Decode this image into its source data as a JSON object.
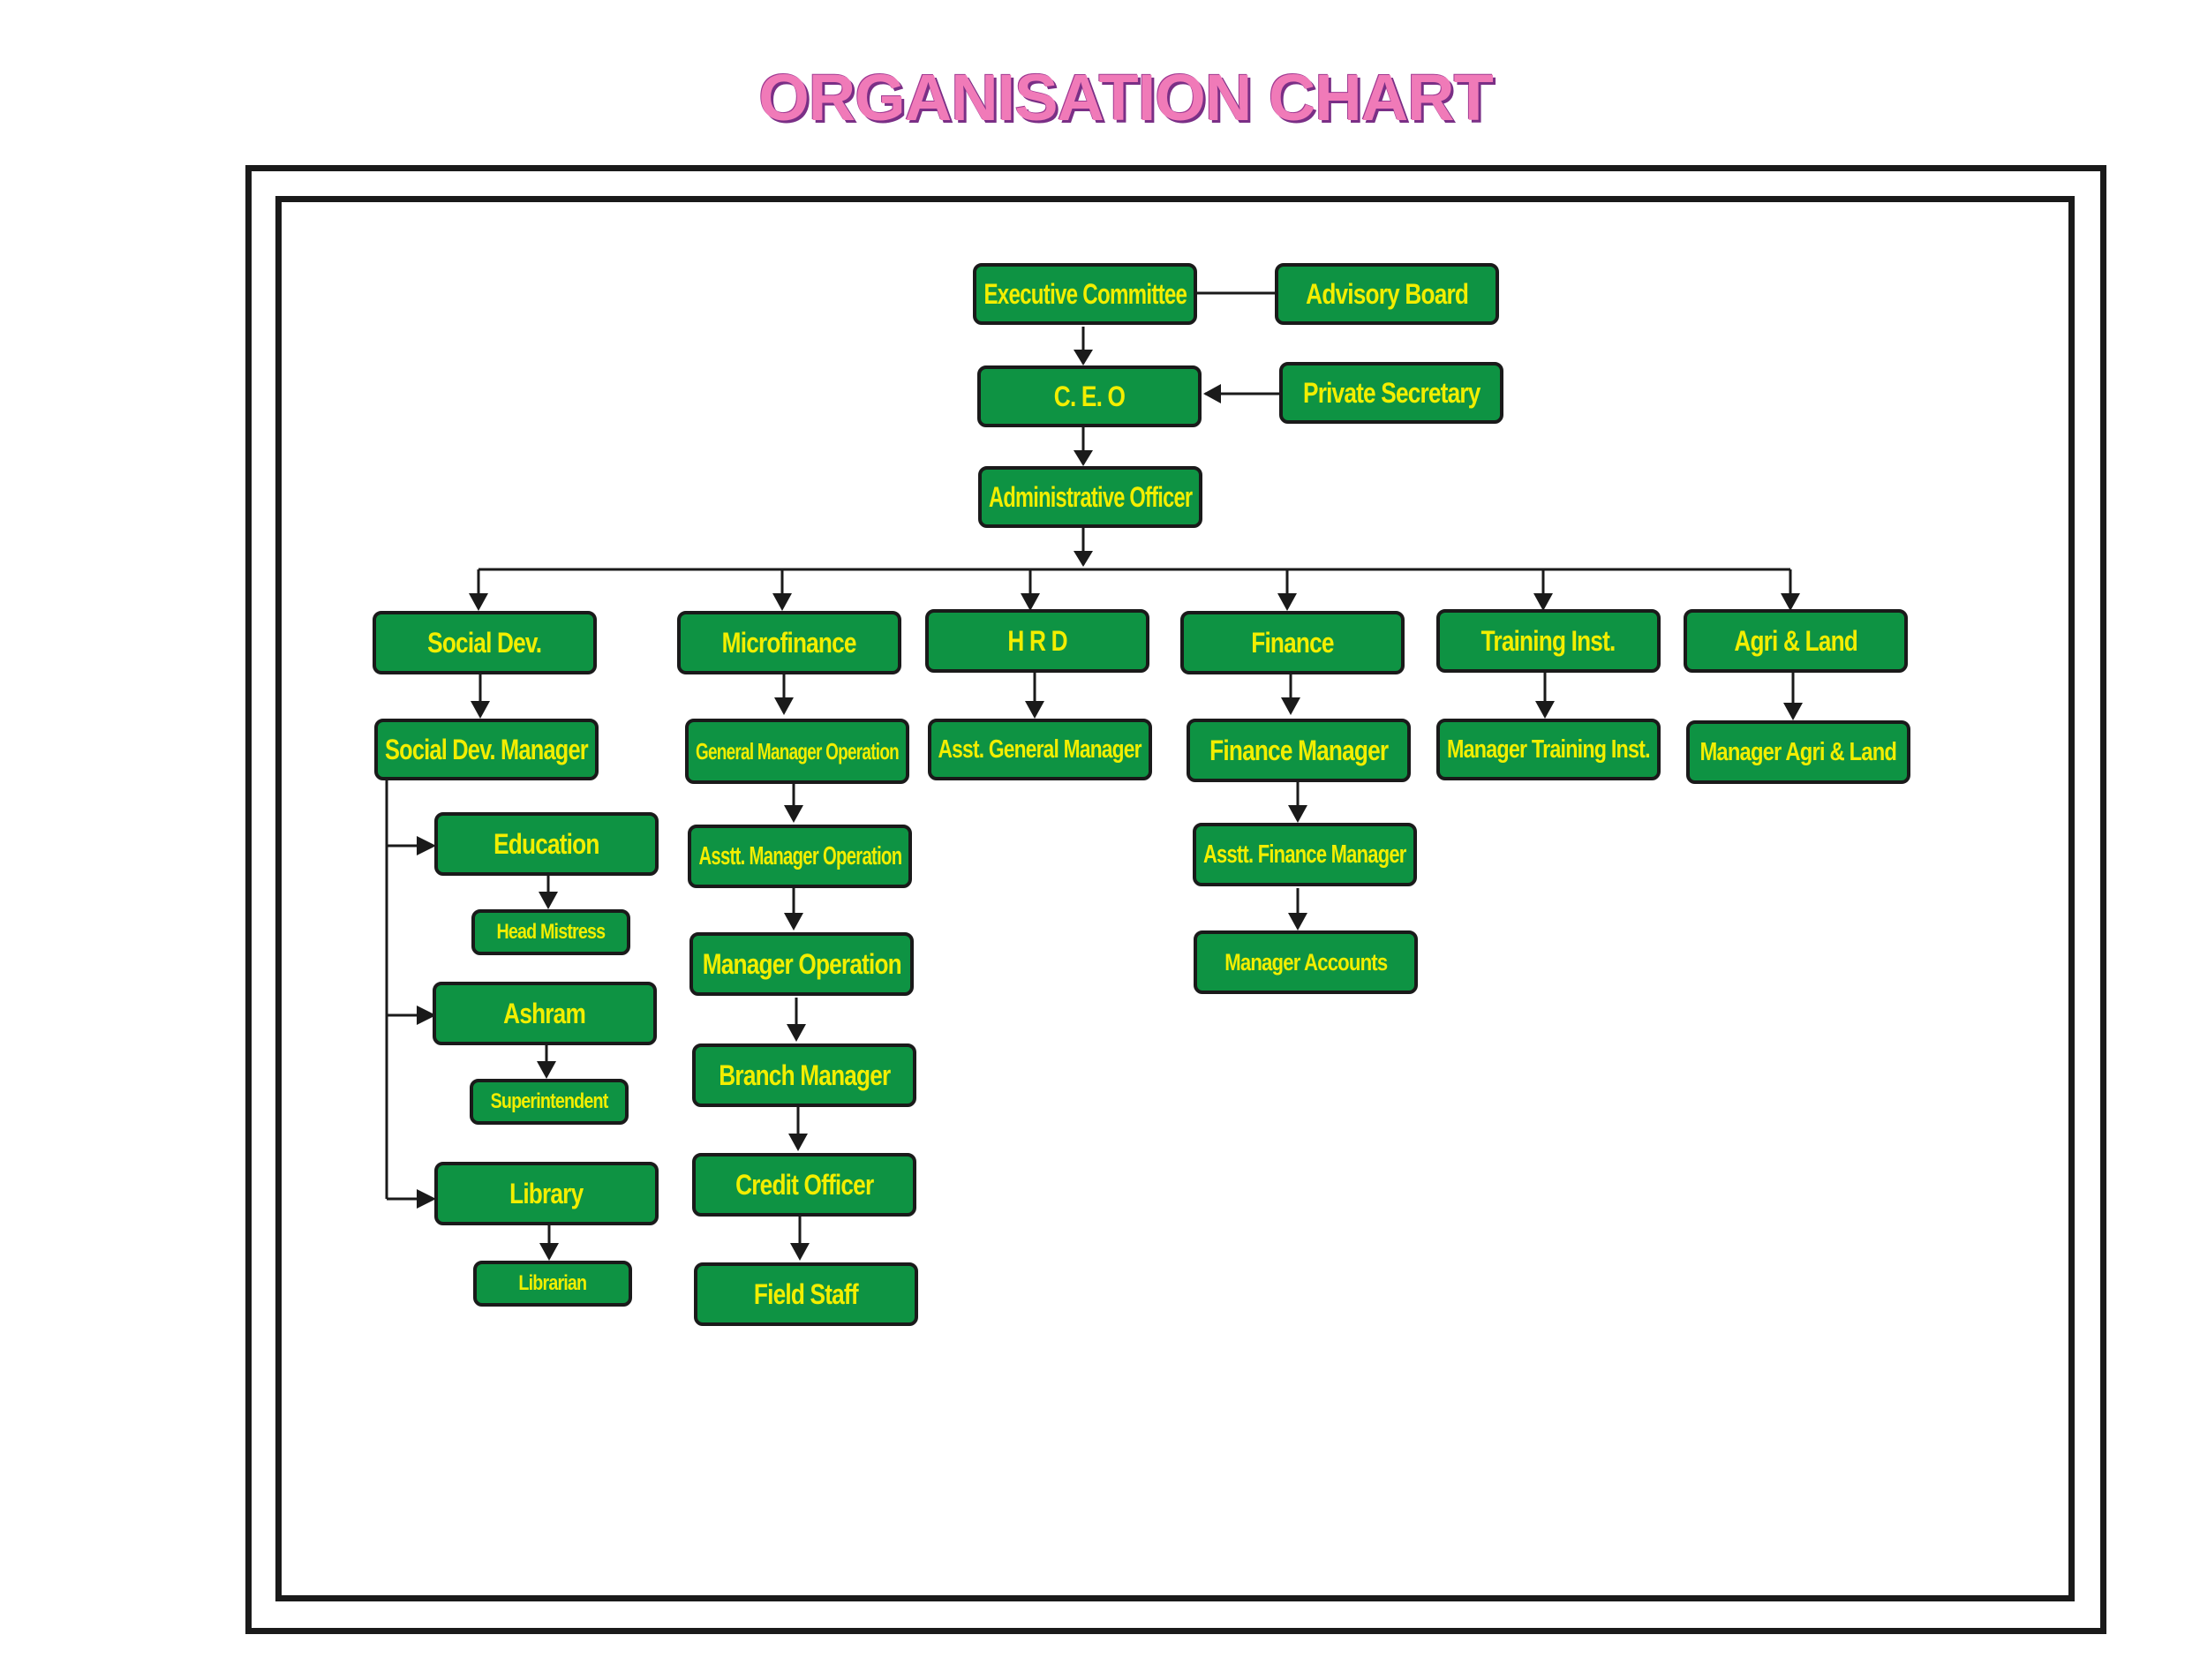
{
  "title": "ORGANISATION CHART",
  "nodes": {
    "executive_committee": "Executive Committee",
    "advisory_board": "Advisory Board",
    "ceo": "C. E. O",
    "private_secretary": "Private Secretary",
    "administrative_officer": "Administrative Officer",
    "social_dev": "Social Dev.",
    "social_dev_manager": "Social Dev. Manager",
    "education": "Education",
    "head_mistress": "Head Mistress",
    "ashram": "Ashram",
    "superintendent": "Superintendent",
    "library": "Library",
    "librarian": "Librarian",
    "microfinance": "Microfinance",
    "general_manager_operation": "General Manager Operation",
    "asstt_manager_operation": "Asstt. Manager Operation",
    "manager_operation": "Manager Operation",
    "branch_manager": "Branch Manager",
    "credit_officer": "Credit Officer",
    "field_staff": "Field Staff",
    "hrd": "H R D",
    "asst_general_manager": "Asst. General Manager",
    "finance": "Finance",
    "finance_manager": "Finance Manager",
    "asstt_finance_manager": "Asstt. Finance Manager",
    "manager_accounts": "Manager Accounts",
    "training_inst": "Training Inst.",
    "manager_training_inst": "Manager Training Inst.",
    "agri_land": "Agri & Land",
    "manager_agri_land": "Manager Agri & Land"
  },
  "colors": {
    "node_fill": "#0e9343",
    "node_text": "#f2ee00",
    "node_border": "#1a1a1a",
    "title_fill": "#f07ab8",
    "title_shadow": "#7a2f86"
  }
}
